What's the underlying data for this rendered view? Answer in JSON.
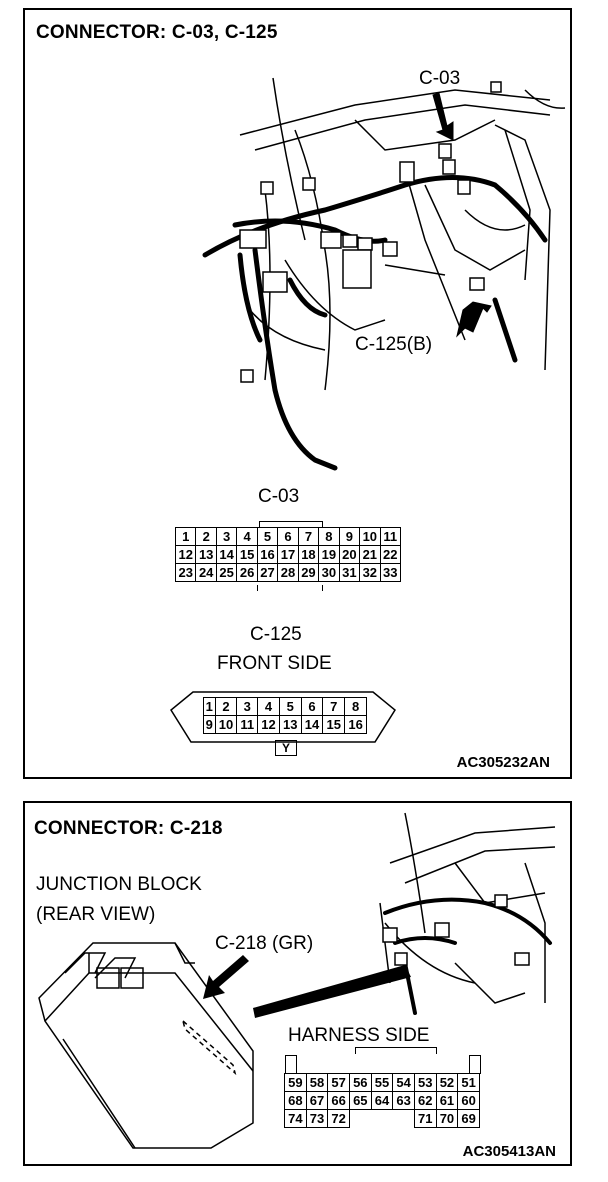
{
  "panel1": {
    "title": "CONNECTOR: C-03, C-125",
    "callout_c03": "C-03",
    "callout_c125": "C-125(B)",
    "c03": {
      "label": "C-03",
      "rows": [
        [
          "1",
          "2",
          "3",
          "4",
          "5",
          "6",
          "7",
          "8",
          "9",
          "10",
          "11"
        ],
        [
          "12",
          "13",
          "14",
          "15",
          "16",
          "17",
          "18",
          "19",
          "20",
          "21",
          "22"
        ],
        [
          "23",
          "24",
          "25",
          "26",
          "27",
          "28",
          "29",
          "30",
          "31",
          "32",
          "33"
        ]
      ]
    },
    "c125": {
      "label_line1": "C-125",
      "label_line2": "FRONT SIDE",
      "rows": [
        [
          "1",
          "2",
          "3",
          "4",
          "5",
          "6",
          "7",
          "8"
        ],
        [
          "9",
          "10",
          "11",
          "12",
          "13",
          "14",
          "15",
          "16"
        ]
      ],
      "wire_color": "Y"
    },
    "code": "AC305232AN"
  },
  "panel2": {
    "title": "CONNECTOR: C-218",
    "jb_line1": "JUNCTION BLOCK",
    "jb_line2": "(REAR VIEW)",
    "callout": "C-218 (GR)",
    "harness_side": "HARNESS SIDE",
    "rows": [
      [
        "59",
        "58",
        "57",
        "56",
        "55",
        "54",
        "53",
        "52",
        "51"
      ],
      [
        "68",
        "67",
        "66",
        "65",
        "64",
        "63",
        "62",
        "61",
        "60"
      ],
      [
        "74",
        "73",
        "72",
        "",
        "",
        "",
        "71",
        "70",
        "69"
      ]
    ],
    "code": "AC305413AN"
  }
}
